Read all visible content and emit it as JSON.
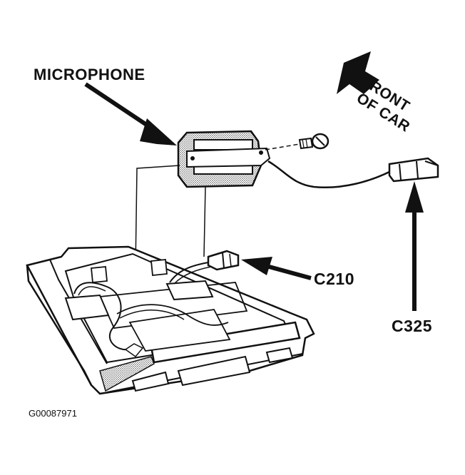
{
  "labels": {
    "microphone": "MICROPHONE",
    "c210": "C210",
    "c325": "C325",
    "front_line1": "FRONT",
    "front_line2": "OF CAR",
    "figure_id": "G00087971"
  },
  "colors": {
    "ink": "#111111",
    "background": "#ffffff",
    "shading": "#888888"
  }
}
